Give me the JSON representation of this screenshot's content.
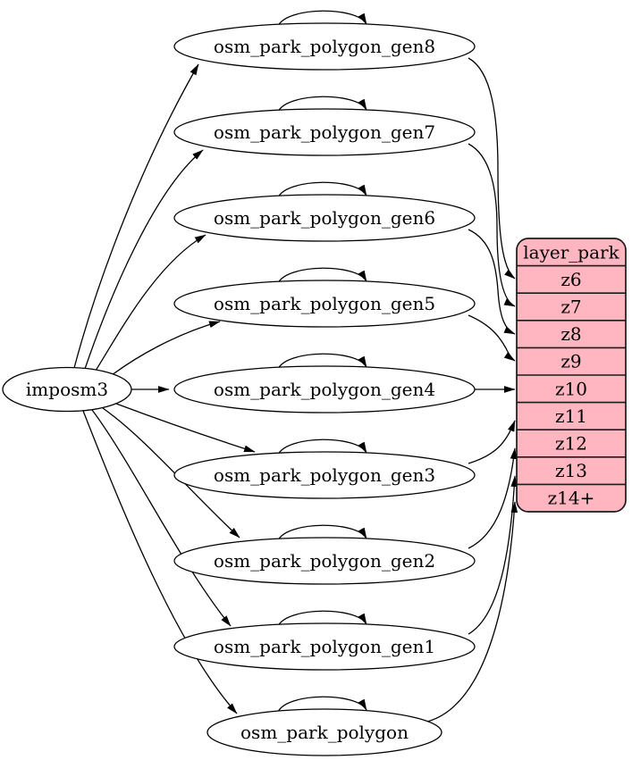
{
  "diagram": {
    "colors": {
      "background": "#ffffff",
      "node_fill": "#ffffff",
      "node_stroke": "#000000",
      "edge_stroke": "#000000",
      "table_fill": "#ffb6c1",
      "table_stroke": "#1a1a1a",
      "text": "#000000"
    },
    "source": {
      "id": "imposm3",
      "label": "imposm3"
    },
    "generalization_nodes": [
      {
        "id": "osm_park_polygon_gen8",
        "label": "osm_park_polygon_gen8"
      },
      {
        "id": "osm_park_polygon_gen7",
        "label": "osm_park_polygon_gen7"
      },
      {
        "id": "osm_park_polygon_gen6",
        "label": "osm_park_polygon_gen6"
      },
      {
        "id": "osm_park_polygon_gen5",
        "label": "osm_park_polygon_gen5"
      },
      {
        "id": "osm_park_polygon_gen4",
        "label": "osm_park_polygon_gen4"
      },
      {
        "id": "osm_park_polygon_gen3",
        "label": "osm_park_polygon_gen3"
      },
      {
        "id": "osm_park_polygon_gen2",
        "label": "osm_park_polygon_gen2"
      },
      {
        "id": "osm_park_polygon_gen1",
        "label": "osm_park_polygon_gen1"
      },
      {
        "id": "osm_park_polygon",
        "label": "osm_park_polygon"
      }
    ],
    "layer_table": {
      "id": "layer_park",
      "title": "layer_park",
      "rows": [
        "z6",
        "z7",
        "z8",
        "z9",
        "z10",
        "z11",
        "z12",
        "z13",
        "z14+"
      ]
    },
    "edges": {
      "from_source": [
        "osm_park_polygon_gen8",
        "osm_park_polygon_gen7",
        "osm_park_polygon_gen6",
        "osm_park_polygon_gen5",
        "osm_park_polygon_gen4",
        "osm_park_polygon_gen3",
        "osm_park_polygon_gen2",
        "osm_park_polygon_gen1",
        "osm_park_polygon"
      ],
      "self_loops": [
        "osm_park_polygon_gen8",
        "osm_park_polygon_gen7",
        "osm_park_polygon_gen6",
        "osm_park_polygon_gen5",
        "osm_park_polygon_gen4",
        "osm_park_polygon_gen3",
        "osm_park_polygon_gen2",
        "osm_park_polygon_gen1",
        "osm_park_polygon"
      ],
      "to_rows": [
        {
          "from": "osm_park_polygon_gen8",
          "to": "z6"
        },
        {
          "from": "osm_park_polygon_gen7",
          "to": "z7"
        },
        {
          "from": "osm_park_polygon_gen6",
          "to": "z8"
        },
        {
          "from": "osm_park_polygon_gen5",
          "to": "z9"
        },
        {
          "from": "osm_park_polygon_gen4",
          "to": "z10"
        },
        {
          "from": "osm_park_polygon_gen3",
          "to": "z11"
        },
        {
          "from": "osm_park_polygon_gen2",
          "to": "z12"
        },
        {
          "from": "osm_park_polygon_gen1",
          "to": "z13"
        },
        {
          "from": "osm_park_polygon",
          "to": "z14+"
        }
      ]
    }
  }
}
